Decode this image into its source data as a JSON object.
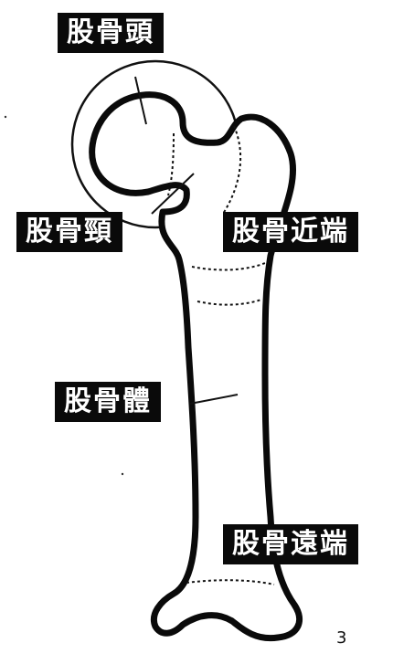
{
  "labels": {
    "femoral_head": "股骨頭",
    "femoral_neck": "股骨頸",
    "proximal_femur": "股骨近端",
    "femoral_shaft": "股骨體",
    "distal_femur": "股骨遠端"
  },
  "page_number": "3",
  "colors": {
    "ink": "#0a0a0a",
    "label_text": "#ffffff",
    "background": "#ffffff"
  }
}
